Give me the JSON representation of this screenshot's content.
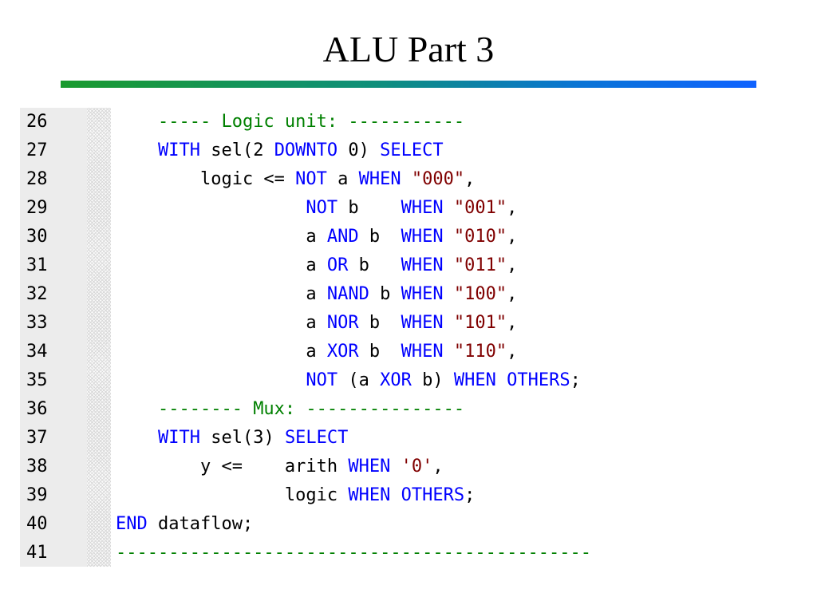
{
  "slide": {
    "title": "ALU Part 3"
  },
  "colors": {
    "keyword": "#0000ff",
    "string": "#800000",
    "comment": "#008000",
    "identifier": "#000000",
    "gutter": "#ececec",
    "title_rule_start": "#1a9a2e",
    "title_rule_end": "#0f62ff"
  },
  "code_lines": [
    {
      "num": "26",
      "tokens": [
        {
          "t": "    ",
          "k": "id"
        },
        {
          "t": "----- Logic unit: -----------",
          "k": "cm"
        }
      ]
    },
    {
      "num": "27",
      "tokens": [
        {
          "t": "    ",
          "k": "id"
        },
        {
          "t": "WITH",
          "k": "kw"
        },
        {
          "t": " sel(2 ",
          "k": "id"
        },
        {
          "t": "DOWNTO",
          "k": "kw"
        },
        {
          "t": " 0) ",
          "k": "id"
        },
        {
          "t": "SELECT",
          "k": "kw"
        }
      ]
    },
    {
      "num": "28",
      "tokens": [
        {
          "t": "        logic <= ",
          "k": "id"
        },
        {
          "t": "NOT",
          "k": "kw"
        },
        {
          "t": " a ",
          "k": "id"
        },
        {
          "t": "WHEN",
          "k": "kw"
        },
        {
          "t": " ",
          "k": "id"
        },
        {
          "t": "\"000\"",
          "k": "str"
        },
        {
          "t": ",",
          "k": "id"
        }
      ]
    },
    {
      "num": "29",
      "tokens": [
        {
          "t": "                  ",
          "k": "id"
        },
        {
          "t": "NOT",
          "k": "kw"
        },
        {
          "t": " b    ",
          "k": "id"
        },
        {
          "t": "WHEN",
          "k": "kw"
        },
        {
          "t": " ",
          "k": "id"
        },
        {
          "t": "\"001\"",
          "k": "str"
        },
        {
          "t": ",",
          "k": "id"
        }
      ]
    },
    {
      "num": "30",
      "tokens": [
        {
          "t": "                  a ",
          "k": "id"
        },
        {
          "t": "AND",
          "k": "kw"
        },
        {
          "t": " b  ",
          "k": "id"
        },
        {
          "t": "WHEN",
          "k": "kw"
        },
        {
          "t": " ",
          "k": "id"
        },
        {
          "t": "\"010\"",
          "k": "str"
        },
        {
          "t": ",",
          "k": "id"
        }
      ]
    },
    {
      "num": "31",
      "tokens": [
        {
          "t": "                  a ",
          "k": "id"
        },
        {
          "t": "OR",
          "k": "kw"
        },
        {
          "t": " b   ",
          "k": "id"
        },
        {
          "t": "WHEN",
          "k": "kw"
        },
        {
          "t": " ",
          "k": "id"
        },
        {
          "t": "\"011\"",
          "k": "str"
        },
        {
          "t": ",",
          "k": "id"
        }
      ]
    },
    {
      "num": "32",
      "tokens": [
        {
          "t": "                  a ",
          "k": "id"
        },
        {
          "t": "NAND",
          "k": "kw"
        },
        {
          "t": " b ",
          "k": "id"
        },
        {
          "t": "WHEN",
          "k": "kw"
        },
        {
          "t": " ",
          "k": "id"
        },
        {
          "t": "\"100\"",
          "k": "str"
        },
        {
          "t": ",",
          "k": "id"
        }
      ]
    },
    {
      "num": "33",
      "tokens": [
        {
          "t": "                  a ",
          "k": "id"
        },
        {
          "t": "NOR",
          "k": "kw"
        },
        {
          "t": " b  ",
          "k": "id"
        },
        {
          "t": "WHEN",
          "k": "kw"
        },
        {
          "t": " ",
          "k": "id"
        },
        {
          "t": "\"101\"",
          "k": "str"
        },
        {
          "t": ",",
          "k": "id"
        }
      ]
    },
    {
      "num": "34",
      "tokens": [
        {
          "t": "                  a ",
          "k": "id"
        },
        {
          "t": "XOR",
          "k": "kw"
        },
        {
          "t": " b  ",
          "k": "id"
        },
        {
          "t": "WHEN",
          "k": "kw"
        },
        {
          "t": " ",
          "k": "id"
        },
        {
          "t": "\"110\"",
          "k": "str"
        },
        {
          "t": ",",
          "k": "id"
        }
      ]
    },
    {
      "num": "35",
      "tokens": [
        {
          "t": "                  ",
          "k": "id"
        },
        {
          "t": "NOT",
          "k": "kw"
        },
        {
          "t": " (a ",
          "k": "id"
        },
        {
          "t": "XOR",
          "k": "kw"
        },
        {
          "t": " b) ",
          "k": "id"
        },
        {
          "t": "WHEN",
          "k": "kw"
        },
        {
          "t": " ",
          "k": "id"
        },
        {
          "t": "OTHERS",
          "k": "kw"
        },
        {
          "t": ";",
          "k": "id"
        }
      ]
    },
    {
      "num": "36",
      "tokens": [
        {
          "t": "    ",
          "k": "id"
        },
        {
          "t": "-------- Mux: ---------------",
          "k": "cm"
        }
      ]
    },
    {
      "num": "37",
      "tokens": [
        {
          "t": "    ",
          "k": "id"
        },
        {
          "t": "WITH",
          "k": "kw"
        },
        {
          "t": " sel(3) ",
          "k": "id"
        },
        {
          "t": "SELECT",
          "k": "kw"
        }
      ]
    },
    {
      "num": "38",
      "tokens": [
        {
          "t": "        y <=    arith ",
          "k": "id"
        },
        {
          "t": "WHEN",
          "k": "kw"
        },
        {
          "t": " ",
          "k": "id"
        },
        {
          "t": "'0'",
          "k": "str"
        },
        {
          "t": ",",
          "k": "id"
        }
      ]
    },
    {
      "num": "39",
      "tokens": [
        {
          "t": "                logic ",
          "k": "id"
        },
        {
          "t": "WHEN",
          "k": "kw"
        },
        {
          "t": " ",
          "k": "id"
        },
        {
          "t": "OTHERS",
          "k": "kw"
        },
        {
          "t": ";",
          "k": "id"
        }
      ]
    },
    {
      "num": "40",
      "tokens": [
        {
          "t": "END",
          "k": "kw"
        },
        {
          "t": " dataflow;",
          "k": "id"
        }
      ]
    },
    {
      "num": "41",
      "tokens": [
        {
          "t": "---------------------------------------------",
          "k": "cm"
        }
      ]
    }
  ]
}
